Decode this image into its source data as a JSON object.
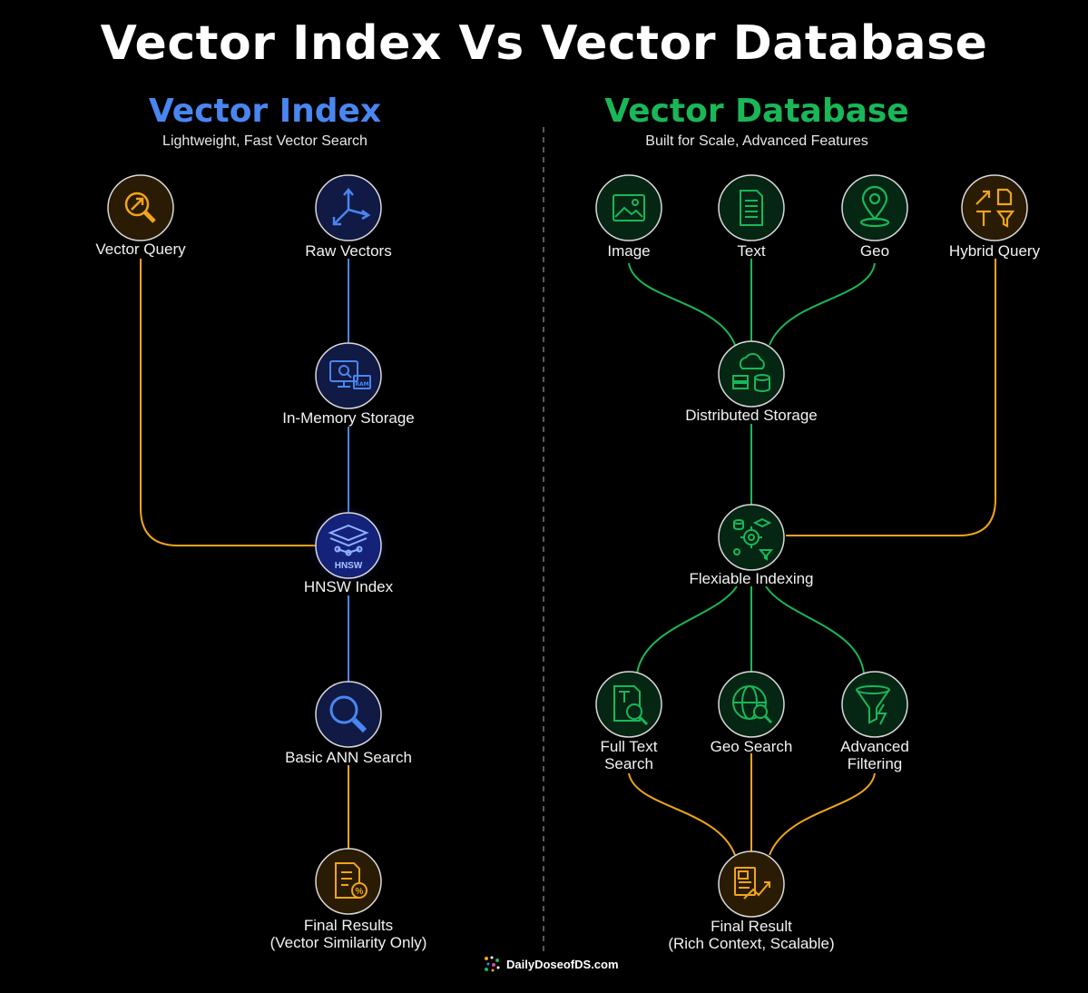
{
  "title": "Vector Index Vs Vector Database",
  "left": {
    "heading": "Vector Index",
    "subtitle": "Lightweight, Fast Vector Search",
    "nodes": {
      "vector_query": "Vector Query",
      "raw_vectors": "Raw Vectors",
      "in_memory": "In-Memory Storage",
      "hnsw": "HNSW Index",
      "hnsw_badge": "HNSW",
      "ann": "Basic ANN Search",
      "final": "Final Results\n(Vector Similarity Only)"
    }
  },
  "right": {
    "heading": "Vector Database",
    "subtitle": "Built for Scale, Advanced Features",
    "nodes": {
      "image": "Image",
      "text": "Text",
      "geo": "Geo",
      "hybrid": "Hybrid Query",
      "distributed": "Distributed Storage",
      "flexible": "Flexiable Indexing",
      "full_text": "Full Text\nSearch",
      "geo_search": "Geo Search",
      "filtering": "Advanced\nFiltering",
      "final": "Final Result\n(Rich Context, Scalable)"
    }
  },
  "footer": {
    "brand": "DailyDoseofDS.com"
  },
  "colors": {
    "blue": "#4a86f0",
    "green": "#19b758",
    "orange": "#f0a51c",
    "divider": "#777777"
  }
}
